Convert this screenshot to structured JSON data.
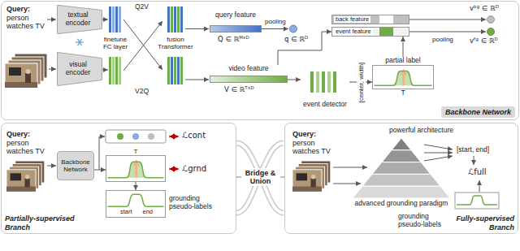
{
  "diagram": {
    "nodes": [
      {
        "text": [
          "Backbone Network"
        ]
      },
      {
        "text": [
          "textual encoder"
        ],
        "in": 0
      },
      {
        "text": [
          "visual encoder"
        ],
        "in": 0
      },
      {
        "text": [
          "query feature"
        ],
        "in": 0
      },
      {
        "text": [
          "video feature"
        ],
        "in": 0
      },
      {
        "text": [
          "event detector"
        ],
        "in": 0
      },
      {
        "text": [
          "partial label",
          "T"
        ],
        "in": 0
      },
      {
        "text": [
          "back feature"
        ],
        "in": 0
      },
      {
        "text": [
          "event feature"
        ],
        "in": 0
      },
      {
        "text": [
          "Partially-supervised Branch"
        ]
      },
      {
        "text": [
          "Backbone Network"
        ],
        "in": 9
      },
      {
        "text": [
          "T"
        ],
        "in": 9
      },
      {
        "text": [
          "start",
          "end"
        ],
        "in": 9
      },
      {
        "text": [
          "Fully-supervised Branch"
        ]
      },
      {
        "text": [
          "powerful architecture",
          "advanced grounding paradigm"
        ],
        "in": 13
      }
    ],
    "edges": [
      {
        "from": 4,
        "to": 5,
        "arrow": "to"
      },
      {
        "from": 5,
        "to": 6,
        "label": "[center, width]",
        "arrow": "to"
      },
      {
        "from": 4,
        "to": 8,
        "arrow": "to"
      },
      {
        "from": 6,
        "to": 8,
        "arrow": "to"
      },
      {
        "from": 10,
        "to": 11,
        "arrow": "to"
      },
      {
        "from": 11,
        "to": 12,
        "arrow": "to"
      },
      {
        "from": 9,
        "to": 13,
        "label": "Bridge & Union",
        "arrow": "none"
      }
    ],
    "labels": [
      "Query:",
      "person watches TV",
      "Q2V",
      "V2Q",
      "finetune FC layer",
      "fusion Transformer",
      "Q ∈ ℝᴹˣᴰ",
      "pooling",
      "q ∈ ℝᴰ",
      "V ∈ ℝᵀˣᴰ",
      "vᵇᵍ ∈ ℝᴰ",
      "pooling",
      "vᶠᵍ ∈ ℝᴰ",
      "Query:",
      "person watches TV",
      "ℒcont",
      "ℒgrnd",
      "grounding pseudo-labels",
      "Query:",
      "person watches TV",
      "[start, end]",
      "ℒfull",
      "grounding pseudo-labels"
    ]
  }
}
